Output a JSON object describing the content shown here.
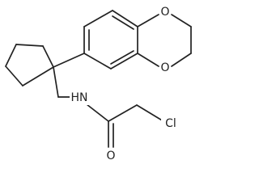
{
  "molecule": {
    "atoms": {
      "o_top": "O",
      "o_bottom": "O",
      "nh": "HN",
      "o_carbonyl": "O",
      "cl": "Cl"
    }
  }
}
